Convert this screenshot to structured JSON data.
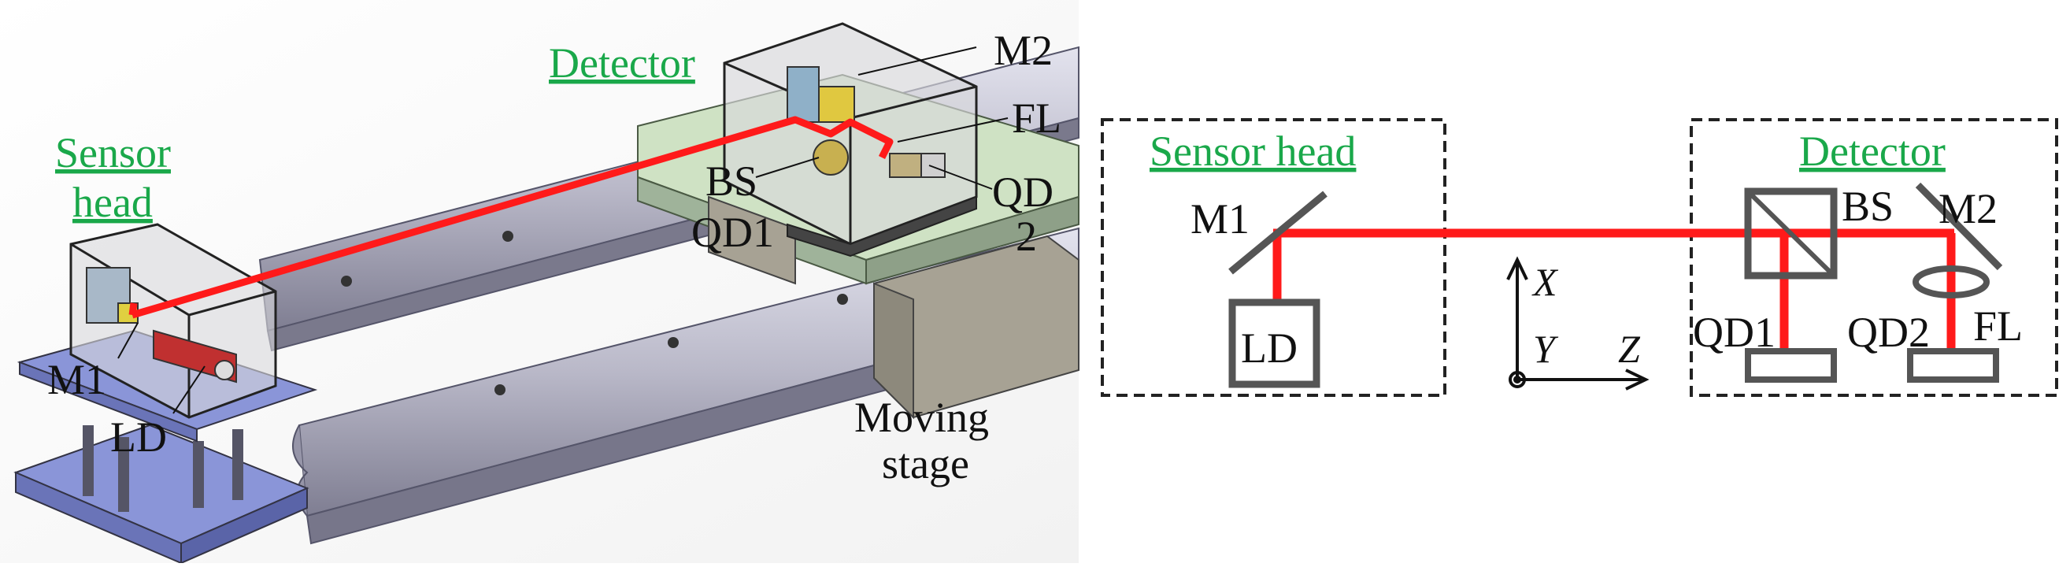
{
  "colors": {
    "beam": "#ff1a1a",
    "label_green": "#1aa84a",
    "rail": "#b9b8c8",
    "base_plate": "#8a95d8",
    "stage_green": "#cfe2c4",
    "stage_gray": "#a7a294",
    "box_glass": "#d8d8dc",
    "component_gray": "#555555"
  },
  "left_panel": {
    "labels": {
      "sensor_head_line1": "Sensor",
      "sensor_head_line2": "head",
      "detector": "Detector",
      "m2": "M2",
      "fl": "FL",
      "bs": "BS",
      "qd1": "QD1",
      "qd2_line1": "QD",
      "qd2_line2": "2",
      "m1": "M1",
      "ld": "LD",
      "moving_line1": "Moving",
      "moving_line2": "stage"
    }
  },
  "right_panel": {
    "sensor_head_title": "Sensor head",
    "detector_title": "Detector",
    "m1": "M1",
    "ld": "LD",
    "bs": "BS",
    "m2": "M2",
    "qd1": "QD1",
    "qd2": "QD2",
    "fl": "FL",
    "axis_x": "X",
    "axis_y": "Y",
    "axis_z": "Z"
  },
  "icons": {
    "mirror": "diagonal-line",
    "beam_splitter": "square-with-diagonal",
    "lens": "ellipse",
    "quadrant_detector": "rectangle",
    "laser_diode": "square"
  }
}
